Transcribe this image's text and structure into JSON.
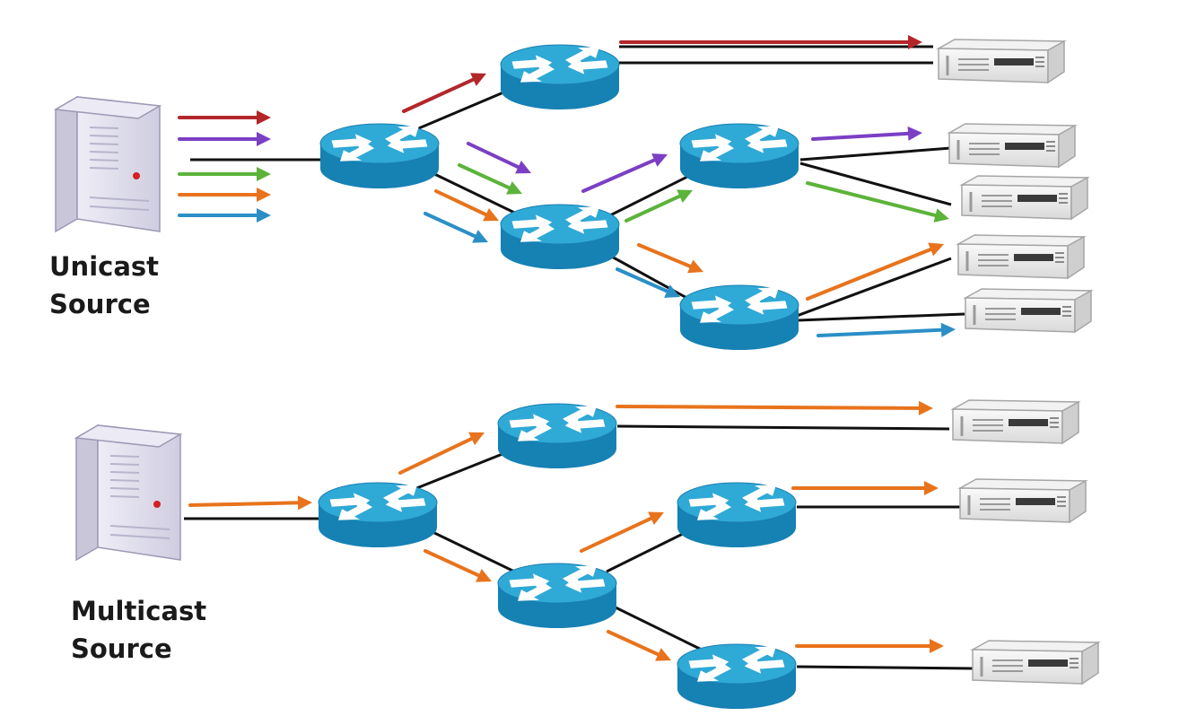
{
  "diagram": {
    "labels": {
      "unicast": [
        "Unicast",
        "Source"
      ],
      "multicast": [
        "Multicast",
        "Source"
      ]
    },
    "colors": {
      "link": "#111111",
      "router_top": "#2fa9d6",
      "router_side": "#1681b3",
      "router_arrows": "#ffffff",
      "stream_red": "#b3262a",
      "stream_purple": "#7b3fc4",
      "stream_green": "#5cb33a",
      "stream_orange": "#e8731c",
      "stream_blue": "#2b8fc6"
    },
    "panels": [
      {
        "id": "unicast",
        "source": "Unicast Source",
        "routers": 5,
        "receivers": 5,
        "streams": [
          "red",
          "purple",
          "green",
          "orange",
          "blue"
        ]
      },
      {
        "id": "multicast",
        "source": "Multicast Source",
        "routers": 5,
        "receivers": 3,
        "streams": [
          "orange"
        ]
      }
    ]
  }
}
